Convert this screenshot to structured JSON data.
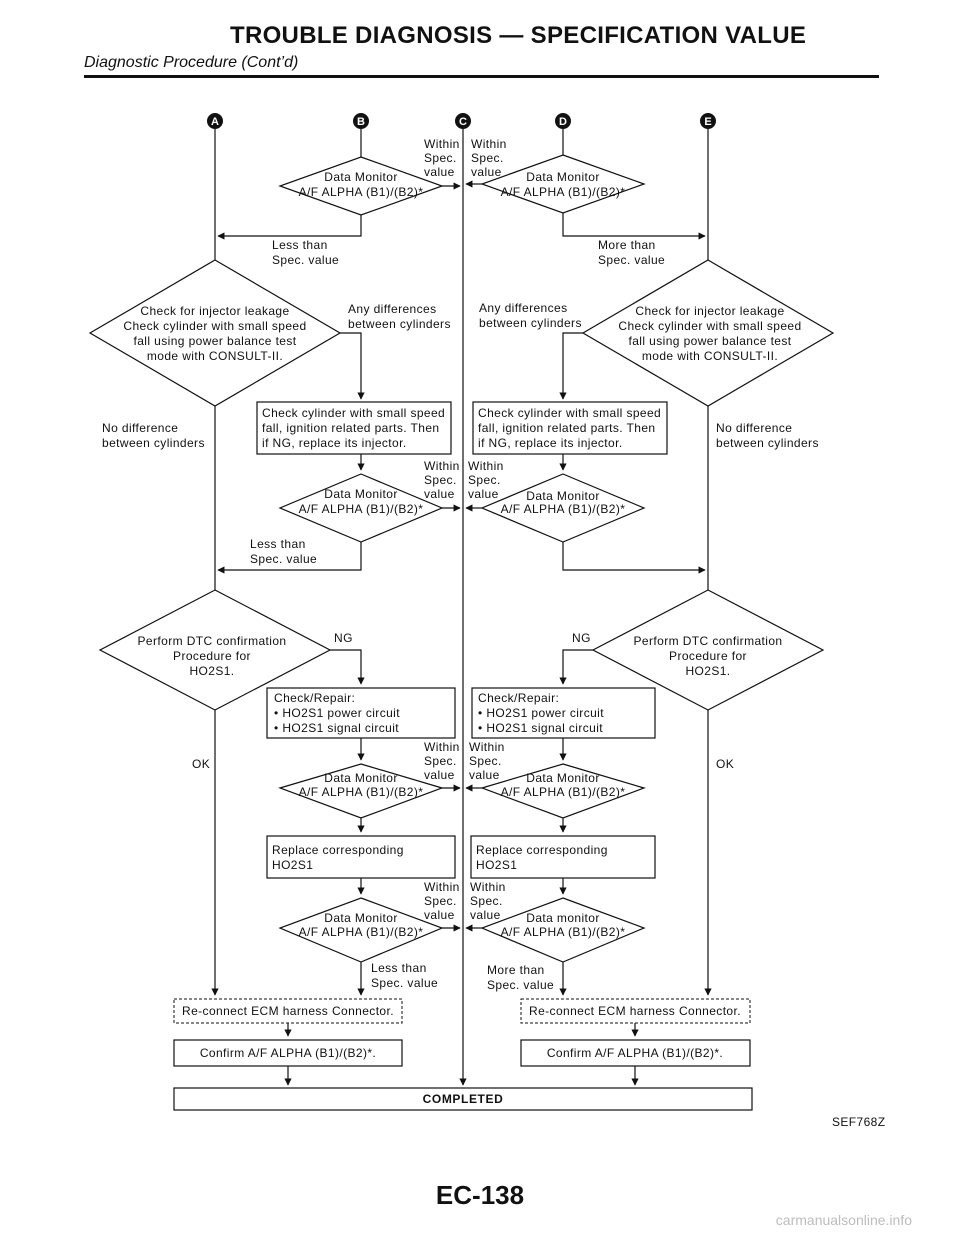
{
  "header": {
    "title": "TROUBLE DIAGNOSIS — SPECIFICATION VALUE",
    "subtitle": "Diagnostic Procedure (Cont’d)"
  },
  "connectors": [
    "A",
    "B",
    "C",
    "D",
    "E"
  ],
  "labels": {
    "within_spec_l1": "Within",
    "within_spec_l2": "Spec.",
    "within_spec_l3": "value",
    "less_than_l1": "Less than",
    "less_than_l2": "Spec. value",
    "more_than_l1": "More than",
    "more_than_l2": "Spec. value",
    "any_diff_l1": "Any differences",
    "any_diff_l2": "between cylinders",
    "no_diff_l1": "No difference",
    "no_diff_l2": "between cylinders",
    "ng": "NG",
    "ok": "OK"
  },
  "decisions": {
    "data_monitor_l1": "Data Monitor",
    "data_monitor_lower_l1": "Data monitor",
    "data_monitor_l2": "A/F ALPHA (B1)/(B2)*",
    "injector_l1": "Check for injector leakage",
    "injector_l2": "Check cylinder with small speed",
    "injector_l3": "fall using power balance test",
    "injector_l4": "mode with CONSULT-II.",
    "dtc_l1": "Perform DTC confirmation",
    "dtc_l2": "Procedure for",
    "dtc_l3": "HO2S1."
  },
  "boxes": {
    "check_cyl_l1": "Check cylinder with small speed",
    "check_cyl_l2": "fall, ignition related parts. Then",
    "check_cyl_l3": "if NG, replace its injector.",
    "repair_l1": "Check/Repair:",
    "repair_l2": "• HO2S1 power circuit",
    "repair_l3": "• HO2S1 signal circuit",
    "replace_l1": "Replace corresponding",
    "replace_l2": "HO2S1",
    "reconnect": "Re-connect ECM harness Connector.",
    "confirm": "Confirm A/F ALPHA (B1)/(B2)*.",
    "completed": "COMPLETED"
  },
  "figure_id": "SEF768Z",
  "page_number": "EC-138",
  "watermark": "carmanualsonline.info"
}
